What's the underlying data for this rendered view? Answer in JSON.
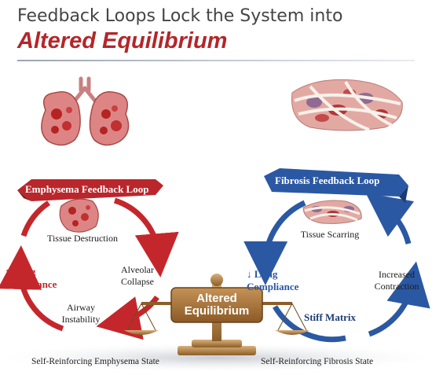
{
  "header": {
    "line1": "Feedback Loops Lock the System into",
    "line2": "Altered Equilibrium"
  },
  "emphysema": {
    "banner": "Emphysema Feedback Loop",
    "node_top": "Tissue Destruction",
    "node_right_1": "Alveolar",
    "node_right_2": "Collapse",
    "node_bottom_1": "Airway",
    "node_bottom_2": "Instability",
    "node_left_1": "↑ Lung",
    "node_left_2": "Compliance",
    "state": "Self-Reinforcing Emphysema State"
  },
  "fibrosis": {
    "banner": "Fibrosis Feedback Loop",
    "node_top": "Tissue Scarring",
    "node_left_1": "↓ Lung",
    "node_left_2": "Compliance",
    "node_right_1": "Increased",
    "node_right_2": "Contraction",
    "node_bottom": "Stiff Matrix",
    "state": "Self-Reinforcing Fibrosis State"
  },
  "center": {
    "line1": "Altered",
    "line2": "Equilibrium"
  },
  "colors": {
    "red": "#c4272b",
    "blue": "#2b58a3",
    "gold": "#a77a3c",
    "tissue": "#d66a6a"
  }
}
